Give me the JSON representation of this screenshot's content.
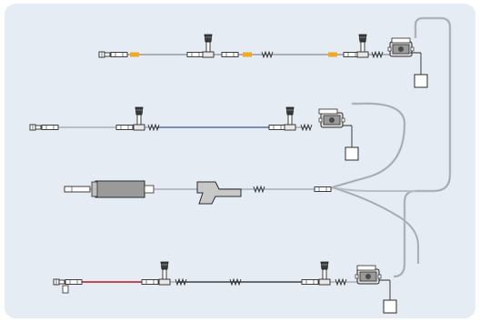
{
  "image": {
    "subject": "catheter-pressure-monitoring-line-set",
    "background_color": "#e6ecf3",
    "colors": {
      "tube": "#b8bec6",
      "outline": "#2b2b2b",
      "yellow_band": "#f3a81f",
      "blue_tube": "#6878b8",
      "red_tube": "#c0262b"
    },
    "lines": [
      {
        "name": "top-line",
        "accent": "yellow-band"
      },
      {
        "name": "second-line",
        "accent": "blue-tube"
      },
      {
        "name": "syringe-line",
        "accent": "none"
      },
      {
        "name": "bottom-line",
        "accent": "red-tube"
      }
    ]
  }
}
